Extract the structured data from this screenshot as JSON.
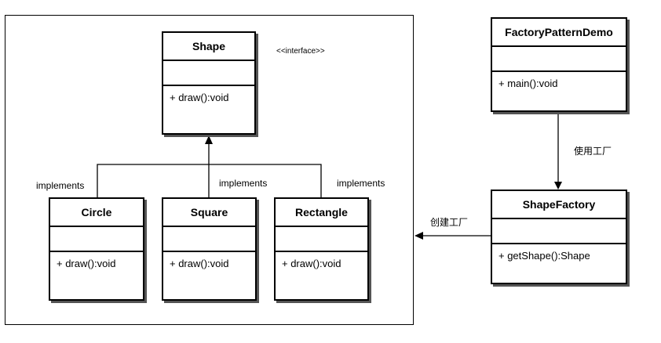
{
  "classes": {
    "shape": {
      "name": "Shape",
      "op": "+ draw():void"
    },
    "circle": {
      "name": "Circle",
      "op": "+ draw():void"
    },
    "square": {
      "name": "Square",
      "op": "+ draw():void"
    },
    "rectangle": {
      "name": "Rectangle",
      "op": "+ draw():void"
    },
    "demo": {
      "name": "FactoryPatternDemo",
      "op": "+ main():void"
    },
    "factory": {
      "name": "ShapeFactory",
      "op": "+ getShape():Shape"
    }
  },
  "labels": {
    "stereotype": "<<interface>>",
    "implements_circle": "implements",
    "implements_square": "implements",
    "implements_rectangle": "implements",
    "uses_factory": "使用工厂",
    "creates_factory": "创建工厂"
  }
}
